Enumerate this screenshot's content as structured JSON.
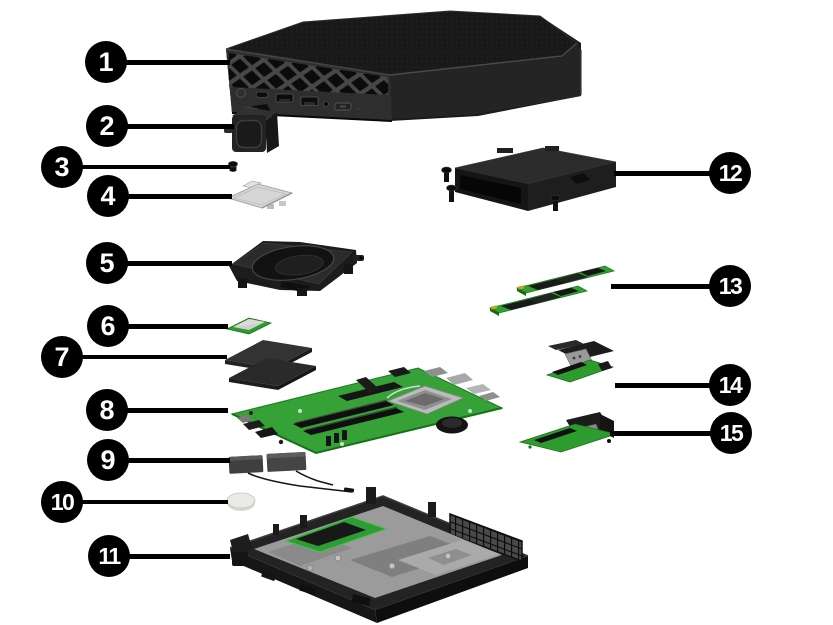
{
  "figure": {
    "background": "#ffffff",
    "callout_count": 15
  },
  "colors": {
    "callout_bg": "#000000",
    "callout_text": "#ffffff",
    "leader_line": "#000000",
    "pcb_green": "#36a136",
    "pcb_green_dark": "#1e7c1e",
    "part_black": "#1c1c1c",
    "part_gray": "#c9c9c9",
    "battery_white": "#eceae6"
  },
  "callouts": [
    {
      "number": "1"
    },
    {
      "number": "2"
    },
    {
      "number": "3"
    },
    {
      "number": "4"
    },
    {
      "number": "5"
    },
    {
      "number": "6"
    },
    {
      "number": "7"
    },
    {
      "number": "8"
    },
    {
      "number": "9"
    },
    {
      "number": "10"
    },
    {
      "number": "11"
    },
    {
      "number": "12"
    },
    {
      "number": "13"
    },
    {
      "number": "14"
    },
    {
      "number": "15"
    }
  ]
}
